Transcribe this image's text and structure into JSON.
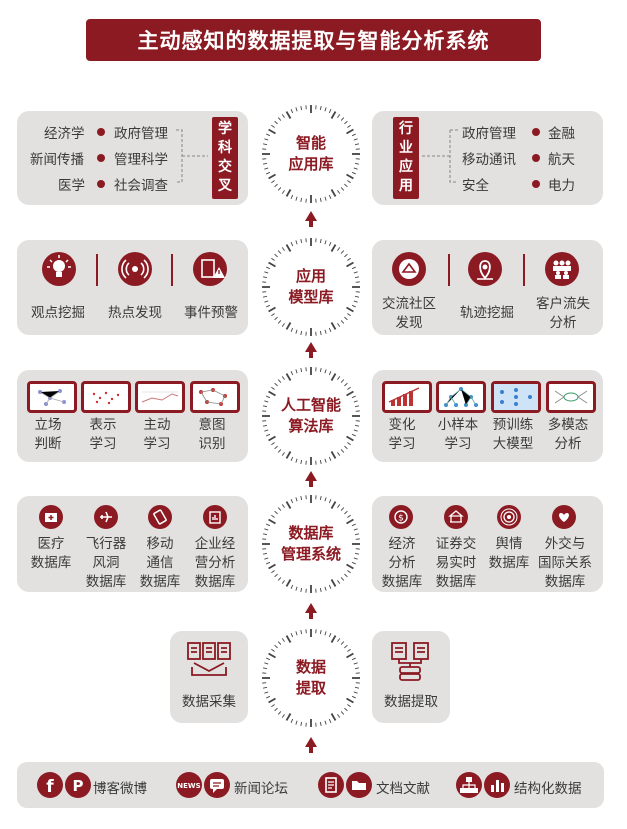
{
  "title": "主动感知的数据提取与智能分析系统",
  "layers": {
    "l1": {
      "line1": "智能",
      "line2": "应用库"
    },
    "l2": {
      "line1": "应用",
      "line2": "模型库"
    },
    "l3": {
      "line1": "人工智能",
      "line2": "算法库"
    },
    "l4": {
      "line1": "数据库",
      "line2": "管理系统"
    },
    "l5": {
      "line1": "数据",
      "line2": "提取"
    }
  },
  "row1_left": {
    "items": [
      "经济学",
      "新闻传播",
      "医学",
      "政府管理",
      "管理科学",
      "社会调查"
    ],
    "badge": [
      "学",
      "科",
      "交",
      "叉"
    ]
  },
  "row1_right": {
    "badge": [
      "行",
      "业",
      "应",
      "用"
    ],
    "items": [
      "政府管理",
      "移动通讯",
      "安全",
      "金融",
      "航天",
      "电力"
    ]
  },
  "row2_left": {
    "items": [
      "观点挖掘",
      "热点发现",
      "事件预警"
    ]
  },
  "row2_right": {
    "items": [
      "交流社区\n发现",
      "轨迹挖掘",
      "客户流失\n分析"
    ]
  },
  "row3_left": {
    "items": [
      "立场\n判断",
      "表示\n学习",
      "主动\n学习",
      "意图\n识别"
    ]
  },
  "row3_right": {
    "items": [
      "变化\n学习",
      "小样本\n学习",
      "预训练\n大模型",
      "多模态\n分析"
    ]
  },
  "row4_left": {
    "items": [
      "医疗\n数据库",
      "飞行器\n风洞\n数据库",
      "移动\n通信\n数据库",
      "企业经\n营分析\n数据库"
    ]
  },
  "row4_right": {
    "items": [
      "经济\n分析\n数据库",
      "证券交\n易实时\n数据库",
      "舆情\n数据库",
      "外交与\n国际关系\n数据库"
    ]
  },
  "row5": {
    "left": "数据采集",
    "right": "数据提取"
  },
  "sources": [
    "博客微博",
    "新闻论坛",
    "文档文献",
    "结构化数据"
  ],
  "icon_text": {
    "news": "NEWS"
  },
  "colors": {
    "accent": "#8b1a22",
    "panel": "#e2e1e0"
  }
}
